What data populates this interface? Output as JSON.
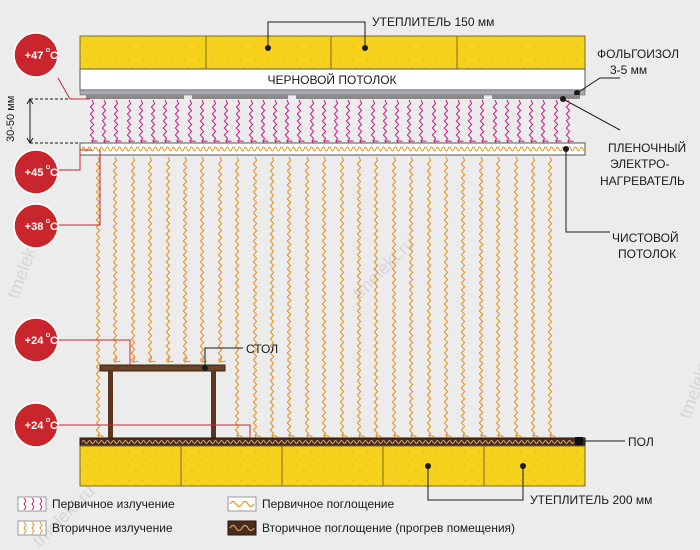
{
  "labels": {
    "top_insulation": "УТЕПЛИТЕЛЬ 150 мм",
    "rough_ceiling": "ЧЕРНОВОЙ ПОТОЛОК",
    "foil_line1": "ФОЛЬГОИЗОЛ",
    "foil_line2": "3-5 мм",
    "gap": "30-50 мм",
    "heater_line1": "ПЛЕНОЧНЫЙ",
    "heater_line2": "ЭЛЕКТРО-",
    "heater_line3": "НАГРЕВАТЕЛЬ",
    "finish_line1": "ЧИСТОВОЙ",
    "finish_line2": "ПОТОЛОК",
    "table": "СТОЛ",
    "floor": "ПОЛ",
    "bottom_insulation": "УТЕПЛИТЕЛЬ 200 мм"
  },
  "temperatures": [
    {
      "value": "+47",
      "unit": "C"
    },
    {
      "value": "+45",
      "unit": "C"
    },
    {
      "value": "+38",
      "unit": "C"
    },
    {
      "value": "+24",
      "unit": "C"
    },
    {
      "value": "+24",
      "unit": "C"
    }
  ],
  "legend": [
    {
      "text": "Первичное излучение",
      "type": "primary-radiation"
    },
    {
      "text": "Вторичное излучение",
      "type": "secondary-radiation"
    },
    {
      "text": "Первичное поглощение",
      "type": "primary-absorption"
    },
    {
      "text": "Вторичное поглощение (прогрев помещения)",
      "type": "secondary-absorption"
    }
  ],
  "watermark": "tmelekt.ru",
  "colors": {
    "background": "#ececec",
    "insulation": "#f7d21c",
    "temp_circle": "#c8262c",
    "primary_radiation": "#c81b87",
    "secondary_radiation": "#e2901f",
    "floor_brown": "#4a2c1c"
  }
}
